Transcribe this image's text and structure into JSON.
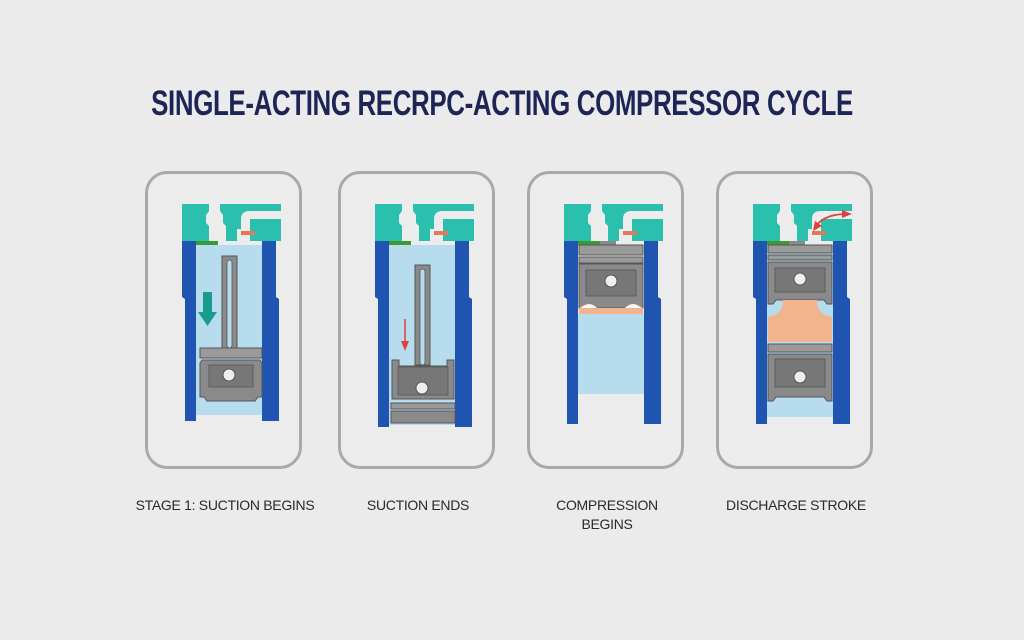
{
  "title": "SINGLE-ACTING RECRPC-ACTING COMPRESSOR CYCLE",
  "colors": {
    "title": "#1c2556",
    "cylinder_wall": "#1f55b0",
    "cylinder_head": "#2bbfae",
    "gas": "#b7dcee",
    "piston": "#8a8a8a",
    "compressed_gas": "#f2b48c",
    "suction_valve": "#3a9a35",
    "discharge_valve": "#e07a5c",
    "arrow_teal": "#1a9c8c",
    "arrow_red": "#e0403a",
    "panel_border": "#a9a9a9"
  },
  "stages": [
    {
      "id": "stage-1",
      "caption": "STAGE 1: SUCTION BEGINS",
      "arrow": "teal-down",
      "piston_position": "bottom"
    },
    {
      "id": "stage-2",
      "caption": "SUCTION ENDS",
      "arrow": "red-down",
      "piston_position": "bottom-dead-center"
    },
    {
      "id": "stage-3",
      "caption": "COMPRESSION BEGINS",
      "arrow": "none",
      "piston_position": "top"
    },
    {
      "id": "stage-4",
      "caption": "DISCHARGE STROKE",
      "arrow": "red-discharge",
      "piston_position": "top-with-second-piston"
    }
  ]
}
